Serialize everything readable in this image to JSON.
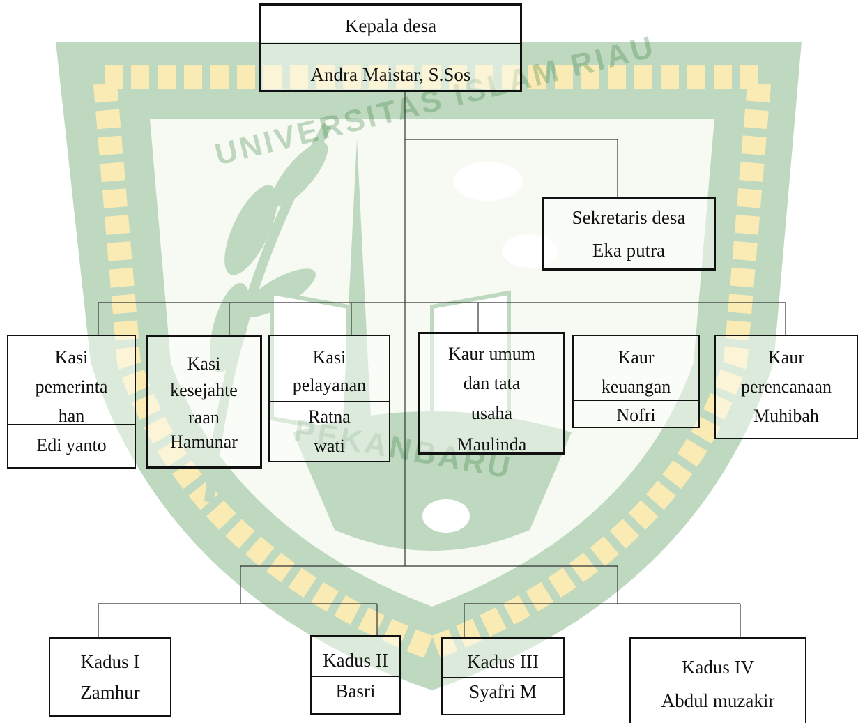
{
  "watermark": {
    "arc_top": "UNIVERSITAS ISLAM RIAU",
    "arc_bottom": "PEKANBARU",
    "color_green": "#2c7a36",
    "color_gold": "#f2c21b"
  },
  "chart": {
    "head": {
      "title": "Kepala desa",
      "name": "Andra Maistar, S.Sos"
    },
    "secretary": {
      "title": "Sekretaris desa",
      "name": "Eka putra"
    },
    "staff": [
      {
        "title_lines": [
          "Kasi",
          "pemerinta",
          "han"
        ],
        "name": "Edi yanto"
      },
      {
        "title_lines": [
          "Kasi",
          "kesejahte",
          "raan"
        ],
        "name": "Hamunar"
      },
      {
        "title_lines": [
          "Kasi",
          "pelayanan"
        ],
        "name_lines": [
          "Ratna",
          "wati"
        ]
      },
      {
        "title_lines": [
          "Kaur umum",
          "dan tata",
          "usaha"
        ],
        "name": "Maulinda"
      },
      {
        "title_lines": [
          "Kaur",
          "keuangan"
        ],
        "name": "Nofri"
      },
      {
        "title_lines": [
          "Kaur",
          "perencanaan"
        ],
        "name": "Muhibah"
      }
    ],
    "hamlets": [
      {
        "title": "Kadus I",
        "name": "Zamhur"
      },
      {
        "title": "Kadus II",
        "name": "Basri"
      },
      {
        "title": "Kadus III",
        "name": "Syafri M"
      },
      {
        "title": "Kadus IV",
        "name": "Abdul muzakir"
      }
    ]
  }
}
